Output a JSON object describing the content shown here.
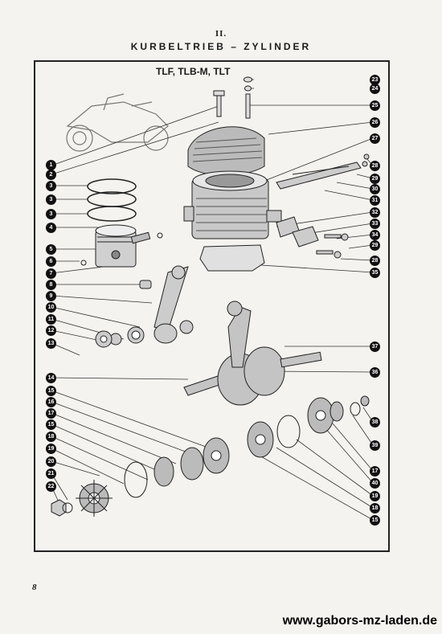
{
  "header": {
    "section_number": "II.",
    "section_title": "KURBELTRIEB – ZYLINDER"
  },
  "diagram": {
    "model_title": "TLF, TLB-M, TLT",
    "left_callouts": [
      "1",
      "2",
      "3",
      "3",
      "3",
      "4",
      "5",
      "6",
      "7",
      "8",
      "9",
      "10",
      "11",
      "12",
      "13",
      "14",
      "15",
      "16",
      "17",
      "15",
      "18",
      "19",
      "20",
      "21",
      "22"
    ],
    "right_callouts": [
      "23",
      "24",
      "25",
      "26",
      "27",
      "28",
      "29",
      "30",
      "31",
      "32",
      "33",
      "34",
      "29",
      "28",
      "35",
      "37",
      "36",
      "38",
      "39",
      "17",
      "40",
      "19",
      "18",
      "15"
    ]
  },
  "footer": {
    "page_number": "8",
    "watermark": "www.gabors-mz-laden.de"
  }
}
